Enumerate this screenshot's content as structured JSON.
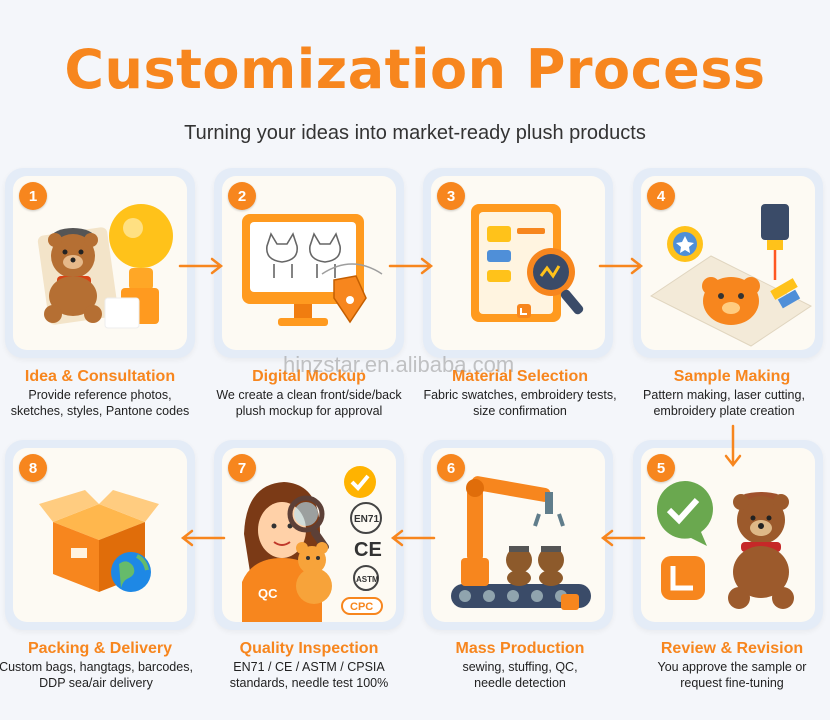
{
  "header": {
    "title": "Customization Process",
    "subtitle": "Turning your ideas into market-ready plush products"
  },
  "watermark": "hinzstar.en.alibaba.com",
  "accent_color": "#f7861e",
  "steps": [
    {
      "number": "1",
      "title": "Idea & Consultation",
      "desc": "Provide reference photos,\nsketches, styles, Pantone codes",
      "icon": "bear-lightbulb-icon"
    },
    {
      "number": "2",
      "title": "Digital Mockup",
      "desc": "We create a clean front/side/back\nplush mockup for approval",
      "icon": "monitor-mockup-icon"
    },
    {
      "number": "3",
      "title": "Material Selection",
      "desc": "Fabric swatches, embroidery tests,\nsize confirmation",
      "icon": "document-magnifier-icon"
    },
    {
      "number": "4",
      "title": "Sample Making",
      "desc": "Pattern making, laser cutting,\nembroidery plate creation",
      "icon": "laser-cutting-icon"
    },
    {
      "number": "5",
      "title": "Review & Revision",
      "desc": "You approve the sample or\nrequest fine-tuning",
      "icon": "bear-check-icon"
    },
    {
      "number": "6",
      "title": "Mass Production",
      "desc": "sewing, stuffing, QC,\nneedle detection",
      "icon": "robot-arm-icon"
    },
    {
      "number": "7",
      "title": "Quality Inspection",
      "desc": "EN71 / CE / ASTM / CPSIA\nstandards, needle test 100%",
      "icon": "inspector-icon"
    },
    {
      "number": "8",
      "title": "Packing & Delivery",
      "desc": "Custom bags, hangtags, barcodes,\nDDP sea/air delivery",
      "icon": "box-globe-icon"
    }
  ],
  "art_labels": {
    "qc_shirt": "QC",
    "en71": "EN71",
    "ce": "CE",
    "astm": "ASTM",
    "cpc": "CPC"
  }
}
